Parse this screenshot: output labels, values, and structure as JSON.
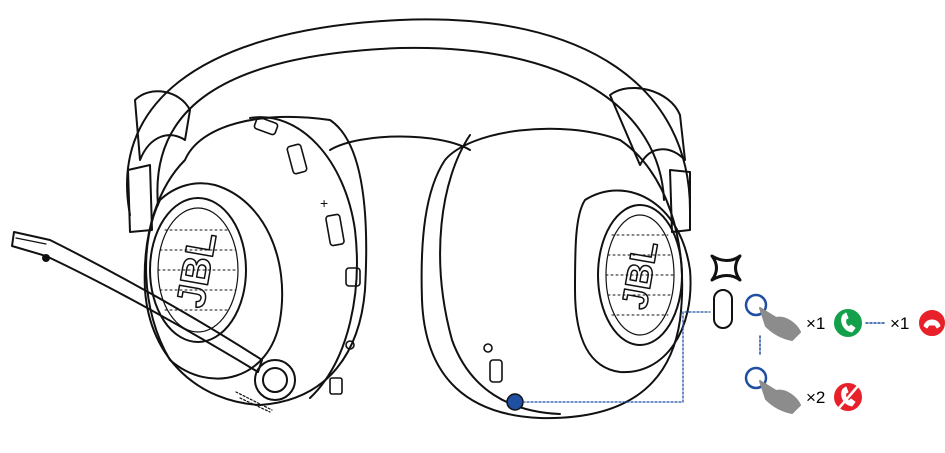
{
  "colors": {
    "line": "#111111",
    "accent_blue": "#1f4fa0",
    "answer_green": "#13a04a",
    "end_red": "#e8202a",
    "hand_gray": "#8c8c8c"
  },
  "icons": [
    "headphones-illustration",
    "boom-mic",
    "bluetooth-multipoint-icon",
    "button-outline-icon",
    "tap-hand-icon",
    "phone-answer-icon",
    "phone-hangup-icon",
    "phone-reject-icon"
  ],
  "labels": {
    "logo": "JBL",
    "single_press_left": "×1",
    "single_press_right": "×1",
    "double_press": "×2"
  }
}
